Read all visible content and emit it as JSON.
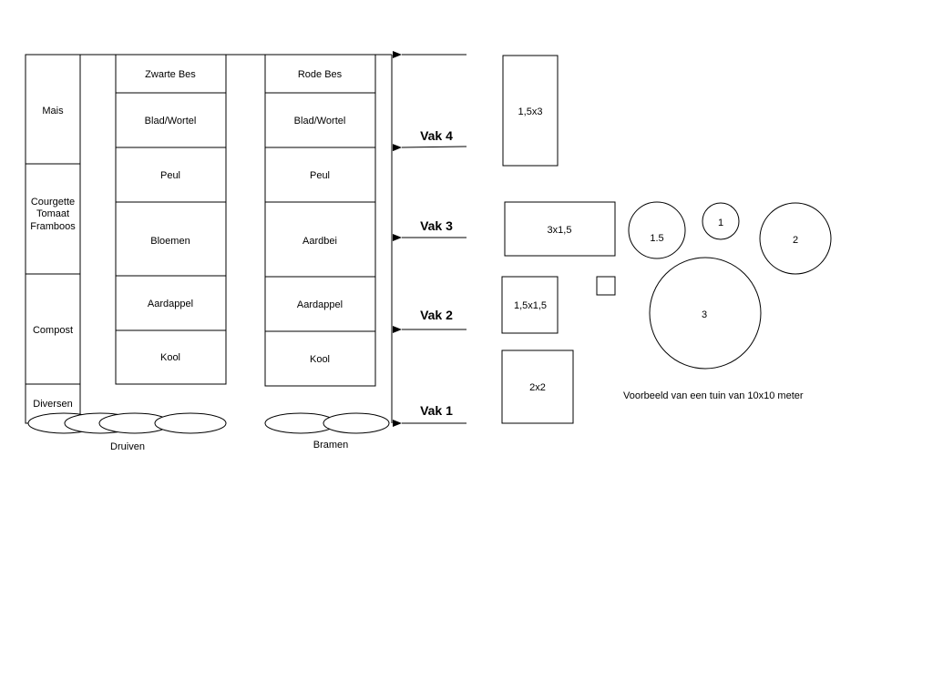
{
  "left_column": [
    "Mais",
    "Courgette",
    "Tomaat",
    "Framboos",
    "Compost",
    "Diversen"
  ],
  "bed1": [
    "Zwarte Bes",
    "Blad/Wortel",
    "Peul",
    "Bloemen",
    "Aardappel",
    "Kool"
  ],
  "bed2": [
    "Rode Bes",
    "Blad/Wortel",
    "Peul",
    "Aardbei",
    "Aardappel",
    "Kool"
  ],
  "bottom_labels": {
    "druiven": "Druiven",
    "bramen": "Bramen"
  },
  "vakken": [
    "Vak 4",
    "Vak 3",
    "Vak 2",
    "Vak 1"
  ],
  "beds": {
    "b1": "1,5x3",
    "b2": "3x1,5",
    "b3": "1,5x1,5",
    "b4": "2x2"
  },
  "circles": {
    "c1": "1.5",
    "c2": "1",
    "c3": "2",
    "c4": "3"
  },
  "caption": "Voorbeeld van een tuin van 10x10 meter"
}
